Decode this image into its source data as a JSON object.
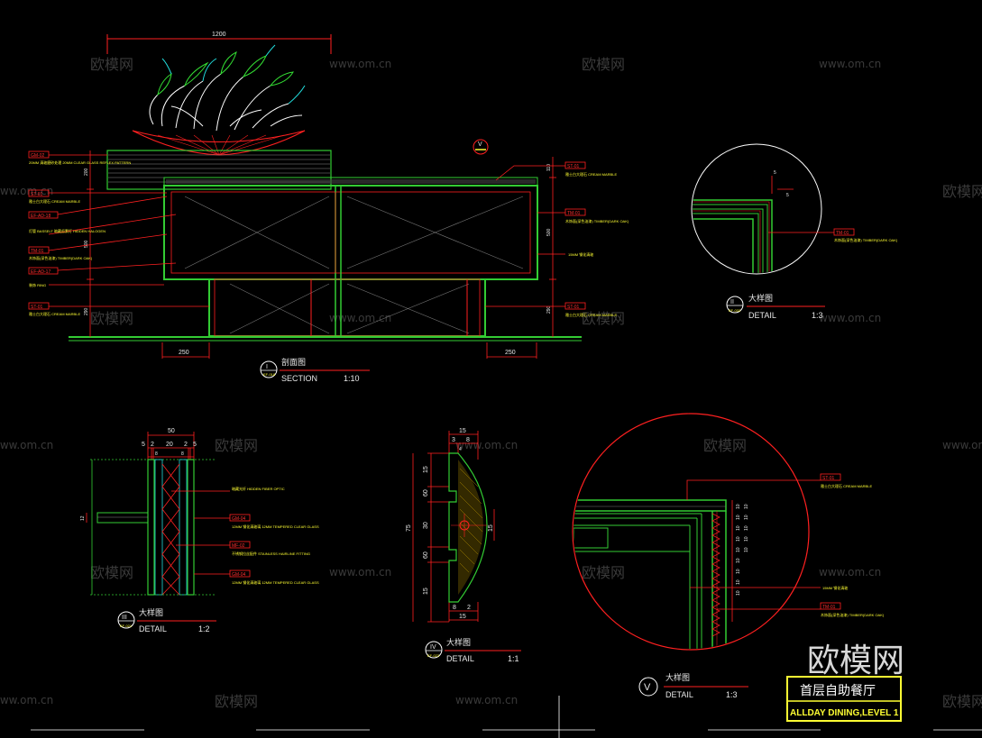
{
  "watermarks": {
    "brand_cn": "欧模网",
    "domain": "www.om.cn"
  },
  "colors": {
    "background": "#000000",
    "green": "#33cc33",
    "red": "#ff2020",
    "yellow": "#ffff33",
    "white": "#e8e8e8",
    "cyan": "#22dddd"
  },
  "section": {
    "dim_top": "1200",
    "dim_left": [
      "200",
      "500",
      "290"
    ],
    "dim_right": [
      "110",
      "500",
      "290"
    ],
    "dim_bottom": [
      "250",
      "250"
    ],
    "marker": "I",
    "ref": "EF-018",
    "title_cn": "剖面图",
    "title_en": "SECTION",
    "scale": "1:10",
    "glass_label": "15MM 钢化清玻",
    "callout_v": "V",
    "labels_left": [
      {
        "code": "GM-02",
        "desc": "20MM 清玻磨砂处理 20MM CLEAR GLASS REFLEX PATTERN"
      },
      {
        "code": "ST-01",
        "desc": "雅士白大理石 CREAM MARBLE"
      },
      {
        "code": "EF-AD-18",
        "desc": ""
      },
      {
        "code": "",
        "desc": "灯管 BASSELT 暗藏卤素灯 HIDDEN HALOGEN"
      },
      {
        "code": "TM-01",
        "desc": "木饰面(深色油漆) TIMBER(DARK OAK)"
      },
      {
        "code": "EF-AD-17",
        "desc": ""
      },
      {
        "code": "",
        "desc": "装饰 RING"
      },
      {
        "code": "ST-01",
        "desc": "雅士白大理石 CREAM MARBLE"
      }
    ],
    "labels_right": [
      {
        "code": "ST-01",
        "desc": "雅士白大理石 CREAM MARBLE"
      },
      {
        "code": "TM-01",
        "desc": "木饰面(深色油漆) TIMBER(DARK OAK)"
      },
      {
        "code": "ST-01",
        "desc": "雅士白大理石 CREAM MARBLE"
      }
    ]
  },
  "detail2": {
    "marker": "II",
    "ref": "EF-033",
    "title_cn": "大样图",
    "title_en": "DETAIL",
    "scale": "1:3",
    "dim_a": "5",
    "dim_b": "5",
    "label_code": "TM-01",
    "label_desc": "木饰面(深色油漆) TIMBER(DARK OAK)"
  },
  "detail3": {
    "marker": "III",
    "ref": "EF-021",
    "title_cn": "大样图",
    "title_en": "DETAIL",
    "scale": "1:2",
    "dim_top": "50",
    "dim_parts": [
      "5",
      "2",
      "20",
      "2",
      "5"
    ],
    "dim_inner": [
      "8",
      "8"
    ],
    "dim_side": "12",
    "labels": [
      {
        "code": "",
        "desc": "暗藏光纤 HIDDEN FIBER OPTIC"
      },
      {
        "code": "GM-04",
        "desc": "12MM 钢化清玻璃 12MM TEMPERED CLEAR GLASS"
      },
      {
        "code": "MF-02",
        "desc": "不锈钢拉丝配件 STAINLESS HAIRLINE FITTING"
      },
      {
        "code": "GM-04",
        "desc": "12MM 钢化清玻璃 12MM TEMPERED CLEAR GLASS"
      }
    ]
  },
  "detail4": {
    "marker": "IV",
    "ref": "EF-023",
    "title_cn": "大样图",
    "title_en": "DETAIL",
    "scale": "1:1",
    "dim_top": "15",
    "dim_top_parts": [
      "3",
      "8"
    ],
    "dim_top_small": "4",
    "dim_left": [
      "15",
      "60",
      "30",
      "60",
      "15"
    ],
    "dim_total": "75",
    "dim_right": "15",
    "dim_bottom_parts": [
      "8",
      "2"
    ],
    "dim_bottom": "15"
  },
  "detail5": {
    "marker": "V",
    "title_cn": "大样图",
    "title_en": "DETAIL",
    "scale": "1:3",
    "label_top_code": "ST-01",
    "label_top_desc": "雅士白大理石 CREAM MARBLE",
    "label_mid": "15MM 钢化清玻",
    "label_bot_code": "TM-01",
    "label_bot_desc": "木饰面(深色油漆) TIMBER(DARK OAK)",
    "dims": [
      "10",
      "10",
      "10",
      "10",
      "10",
      "10",
      "10",
      "10",
      "10",
      "10",
      "10",
      "10",
      "10",
      "10"
    ]
  },
  "title_block": {
    "cn": "首层自助餐厅",
    "en": "ALLDAY DINING,LEVEL 1"
  }
}
